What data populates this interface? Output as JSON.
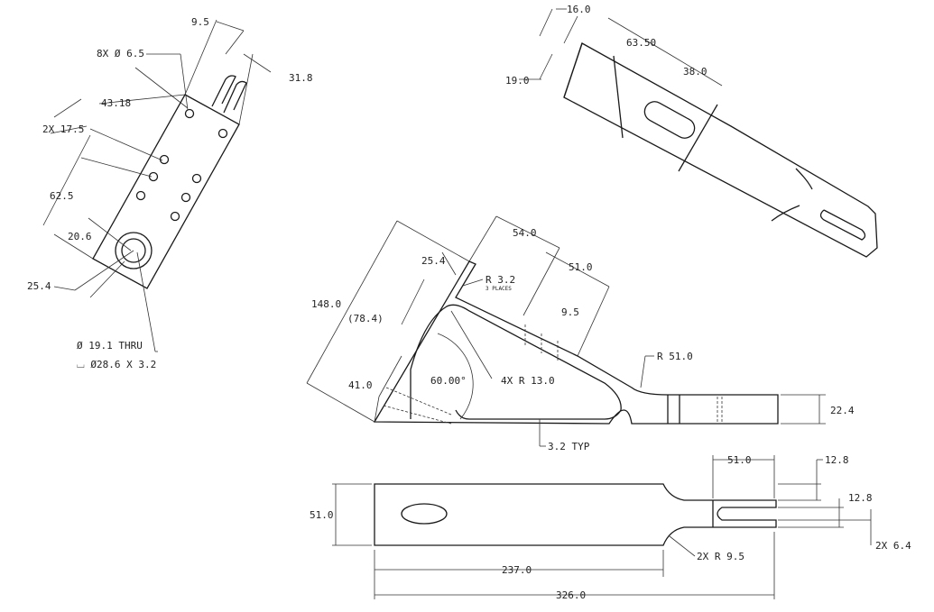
{
  "dims": {
    "d_9_5_top": "9.5",
    "d_8x_hole": "8X Ø 6.5",
    "d_31_8": "31.8",
    "d_43_18": "43.18",
    "d_2x_17_5": "2X 17.5",
    "d_62_5": "62.5",
    "d_20_6": "20.6",
    "d_25_4_left": "25.4",
    "d_thru": "Ø 19.1 THRU",
    "d_cbore": "⌴ Ø28.6 X 3.2",
    "d_16_0": "16.0",
    "d_63_50": "63.50",
    "d_38_0": "38.0",
    "d_19_0": "19.0",
    "d_148_0": "148.0",
    "d_25_4_mid": "25.4",
    "d_54_0": "54.0",
    "d_51_0_mid": "51.0",
    "d_r3_2": "R 3.2",
    "d_3places": "3 PLACES",
    "d_78_4": "(78.4)",
    "d_9_5_mid": "9.5",
    "d_r51": "R 51.0",
    "d_41_0": "41.0",
    "d_60deg": "60.00°",
    "d_4x_r13": "4X R 13.0",
    "d_22_4": "22.4",
    "d_3_2typ": "3.2 TYP",
    "d_51_0_bot": "51.0",
    "d_12_8_a": "12.8",
    "d_12_8_b": "12.8",
    "d_51_0_left": "51.0",
    "d_2x_r9_5": "2X R 9.5",
    "d_2x_6_4": "2X 6.4",
    "d_237": "237.0",
    "d_326": "326.0"
  }
}
